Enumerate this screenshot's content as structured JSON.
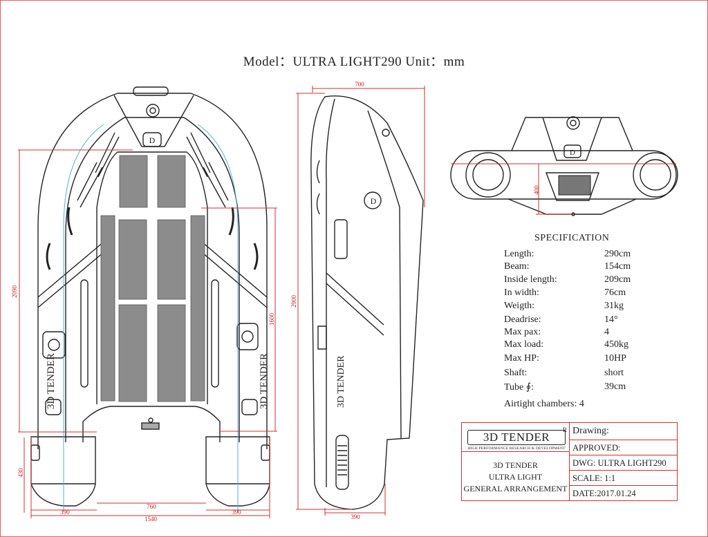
{
  "title": "Model：ULTRA LIGHT290  Unit：mm",
  "dimensions": {
    "top_overall_length": "2090",
    "top_inside_length": "1600",
    "top_cone_length": "430",
    "top_inside_width": "760",
    "top_beam": "1540",
    "top_tube_left": "390",
    "top_tube_right": "390",
    "side_length": "2900",
    "side_depth_top": "700",
    "side_tube": "390",
    "front_height": "400"
  },
  "hull_markings": {
    "brand_text": "3D TENDER",
    "badge_letter": "D"
  },
  "specification": {
    "title": "SPECIFICATION",
    "rows": [
      {
        "label": "Length:",
        "value": "290cm"
      },
      {
        "label": "Beam:",
        "value": "154cm"
      },
      {
        "label": "Inside length:",
        "value": "209cm"
      },
      {
        "label": "In width:",
        "value": "76cm"
      },
      {
        "label": "Weigth:",
        "value": "31kg"
      },
      {
        "label": "Deadrise:",
        "value": "14°"
      },
      {
        "label": "Max pax:",
        "value": "4"
      },
      {
        "label": "Max load:",
        "value": "450kg"
      },
      {
        "label": "Max HP:",
        "value": "10HP"
      },
      {
        "label": "Shaft:",
        "value": "short"
      },
      {
        "label": "Tube ∮:",
        "value": "39cm"
      }
    ],
    "chambers": "Airtight chambers: 4"
  },
  "title_block": {
    "logo_main": "3D TENDER",
    "logo_reg": "R",
    "logo_sub": "HIGH PERFORMANCE RESEARCH & DEVELOPMENT",
    "name_lines": [
      "3D TENDER",
      "ULTRA LIGHT",
      "GENERAL ARRANGEMENT"
    ],
    "drawing_label": "Drawing:",
    "approved_label": "APPROVED:",
    "dwg": "DWG: ULTRA LIGHT290",
    "scale": "SCALE: 1:1",
    "date": "DATE:2017.01.24"
  },
  "colors": {
    "dimension_red": "#d03030",
    "outline": "#222222",
    "floor_grey": "#8c8c8c",
    "water_line_blue": "#49b4d8"
  }
}
